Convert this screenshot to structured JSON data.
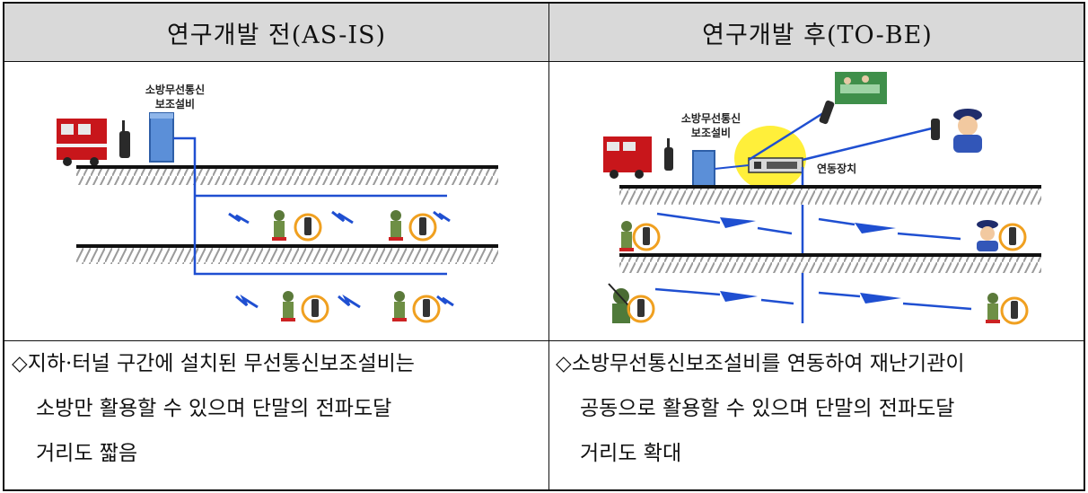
{
  "header": {
    "before": "연구개발 전(AS-IS)",
    "after": "연구개발 후(TO-BE)"
  },
  "diagram": {
    "before_label_line1": "소방무선통신",
    "before_label_line2": "보조설비",
    "after_label_line1": "소방무선통신",
    "after_label_line2": "보조설비",
    "link_device_label": "연동장치"
  },
  "description": {
    "before": {
      "line1": "◇지하·터널 구간에 설치된 무선통신보조설비는",
      "line2": "소방만 활용할 수 있으며 단말의 전파도달",
      "line3": "거리도 짧음"
    },
    "after": {
      "line1": "◇소방무선통신보조설비를 연동하여 재난기관이",
      "line2": "공동으로 활용할 수 있으며 단말의 전파도달",
      "line3": "거리도 확대"
    }
  },
  "colors": {
    "header_bg": "#d9d9d9",
    "cable": "#1f4fd1",
    "highlight": "#ffef3a",
    "radio_ring": "#f0a020"
  }
}
